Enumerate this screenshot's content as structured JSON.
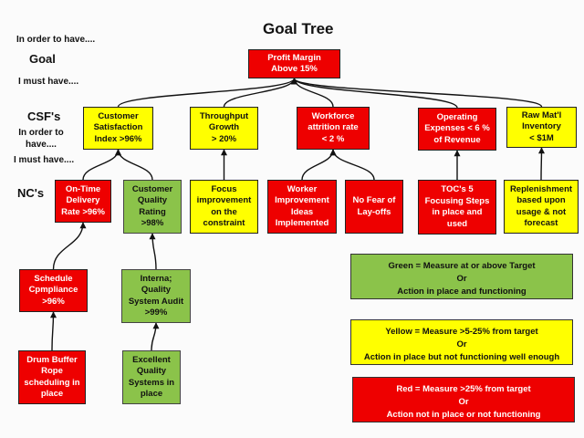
{
  "title": "Goal Tree",
  "side_labels": {
    "in_order_to_have_top": "In order to have....",
    "goal": "Goal",
    "i_must_have_1": "I must have....",
    "csfs": "CSF's",
    "in_order_to_have_mid": "In order to\nhave....",
    "i_must_have_2": "I must have....",
    "ncs": "NC's"
  },
  "colors": {
    "red": "#ee0000",
    "yellow": "#ffff00",
    "green": "#8bc34a"
  },
  "nodes": {
    "goal": {
      "text": "Profit Margin\nAbove 15%",
      "status": "red"
    },
    "csf_customer_satisfaction": {
      "text": "Customer\nSatisfaction\nIndex >96%",
      "status": "yellow"
    },
    "csf_throughput": {
      "text": "Throughput\nGrowth\n> 20%",
      "status": "yellow"
    },
    "csf_workforce": {
      "text": "Workforce\nattrition rate\n< 2 %",
      "status": "red"
    },
    "csf_operating_expenses": {
      "text": "Operating\nExpenses < 6 %\nof Revenue",
      "status": "red"
    },
    "csf_raw_material": {
      "text": "Raw Mat'l\nInventory\n< $1M",
      "status": "yellow"
    },
    "nc_on_time_delivery": {
      "text": "On-Time\nDelivery\nRate >96%",
      "status": "red"
    },
    "nc_customer_quality": {
      "text": "Customer\nQuality\nRating\n>98%",
      "status": "green"
    },
    "nc_focus_improvement": {
      "text": "Focus\nimprovement\non the\nconstraint",
      "status": "yellow"
    },
    "nc_worker_improvement": {
      "text": "Worker\nImprovement\nIdeas\nImplemented",
      "status": "red"
    },
    "nc_no_fear_layoffs": {
      "text": "No Fear of\nLay-offs",
      "status": "red"
    },
    "nc_toc_5_steps": {
      "text": "TOC's 5\nFocusing Steps\nin place and\nused",
      "status": "red"
    },
    "nc_replenishment": {
      "text": "Replenishment\nbased upon\nusage & not\nforecast",
      "status": "yellow"
    },
    "nc_schedule_compliance": {
      "text": "Schedule\nCpmpliance\n>96%",
      "status": "red"
    },
    "nc_internal_audit": {
      "text": "Interna;\nQuality\nSystem Audit\n>99%",
      "status": "green"
    },
    "nc_drum_buffer_rope": {
      "text": "Drum Buffer\nRope\nscheduling in\nplace",
      "status": "red"
    },
    "nc_excellent_quality": {
      "text": "Excellent\nQuality\nSystems in\nplace",
      "status": "green"
    }
  },
  "edges": [
    [
      "csf_customer_satisfaction",
      "goal"
    ],
    [
      "csf_throughput",
      "goal"
    ],
    [
      "csf_workforce",
      "goal"
    ],
    [
      "csf_operating_expenses",
      "goal"
    ],
    [
      "csf_raw_material",
      "goal"
    ],
    [
      "nc_on_time_delivery",
      "csf_customer_satisfaction"
    ],
    [
      "nc_customer_quality",
      "csf_customer_satisfaction"
    ],
    [
      "nc_focus_improvement",
      "csf_throughput"
    ],
    [
      "nc_worker_improvement",
      "csf_workforce"
    ],
    [
      "nc_no_fear_layoffs",
      "csf_workforce"
    ],
    [
      "nc_toc_5_steps",
      "csf_operating_expenses"
    ],
    [
      "nc_replenishment",
      "csf_raw_material"
    ],
    [
      "nc_schedule_compliance",
      "nc_on_time_delivery"
    ],
    [
      "nc_internal_audit",
      "nc_customer_quality"
    ],
    [
      "nc_drum_buffer_rope",
      "nc_schedule_compliance"
    ],
    [
      "nc_excellent_quality",
      "nc_internal_audit"
    ]
  ],
  "legend": {
    "green": {
      "line1": "Green = Measure at or above Target",
      "line2": "Or",
      "line3": "Action in place  and functioning"
    },
    "yellow": {
      "line1": "Yellow = Measure >5-25% from target",
      "line2": "Or",
      "line3": "Action in place  but not functioning  well enough"
    },
    "red": {
      "line1": "Red = Measure  >25% from target",
      "line2": "Or",
      "line3": "Action not in place or not functioning"
    }
  }
}
